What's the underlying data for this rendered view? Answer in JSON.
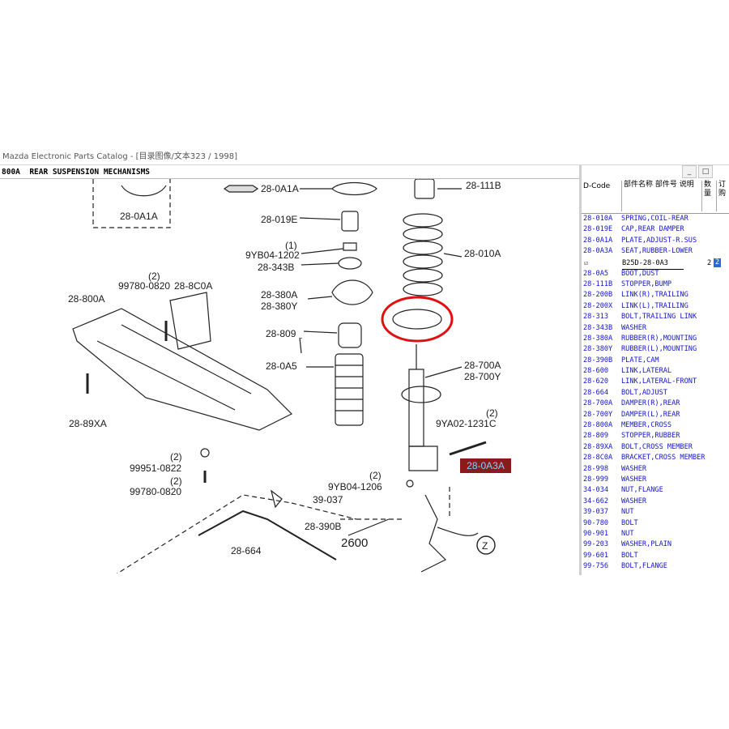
{
  "window": {
    "title": "Mazda Electronic Parts Catalog - [目录图像/文本323 / 1998]",
    "path_bar": "800A  REAR SUSPENSION MECHANISMS",
    "buttons": [
      "_",
      "□"
    ]
  },
  "diagram": {
    "labels": {
      "l_280a1a_top": "28-0A1A",
      "l_280a1a_left": "28-0A1A",
      "l_28111b": "28-111B",
      "l_28019e": "28-019E",
      "l_1": "(1)",
      "l_9yb041202": "9YB04-1202",
      "l_28343b": "28-343B",
      "l_28010a": "28-010A",
      "l_2_a": "(2)",
      "l_99780_0820_a": "99780-0820",
      "l_288c0a": "28-8C0A",
      "l_28800a": "28-800A",
      "l_28380a": "28-380A",
      "l_28380y": "28-380Y",
      "l_28809": "28-809",
      "l_280a5": "28-0A5",
      "l_28700a": "28-700A",
      "l_28700y": "28-700Y",
      "l_2_b": "(2)",
      "l_9ya021231c": "9YA02-1231C",
      "l_2889xa": "28-89XA",
      "l_2_c": "(2)",
      "l_99951_0822": "99951-0822",
      "l_2_d": "(2)",
      "l_99780_0820_b": "99780-0820",
      "l_2_e": "(2)",
      "l_9yb041206": "9YB04-1206",
      "l_39037": "39-037",
      "l_28390b": "28-390B",
      "l_2600": "2600",
      "l_z": "Z",
      "l_28664": "28-664"
    },
    "highlight": "28-0A3A"
  },
  "panel": {
    "headers": {
      "code": "D-Code",
      "name": "部件名称 部件号 说明",
      "qty": "数 量",
      "order": "订 购"
    },
    "rows_top": [
      {
        "code": "28-010A",
        "desc": "SPRING,COIL-REAR"
      },
      {
        "code": "28-019E",
        "desc": "CAP,REAR DAMPER"
      },
      {
        "code": "28-0A1A",
        "desc": "PLATE,ADJUST-R.SUS"
      },
      {
        "code": "28-0A3A",
        "desc": "SEAT,RUBBER-LOWER"
      }
    ],
    "selected": {
      "check": "☑",
      "part_no": "B25D-28-0A3",
      "qty": "2",
      "order": "2"
    },
    "rows_bottom": [
      {
        "code": "28-0A5",
        "desc": "BOOT,DUST"
      },
      {
        "code": "28-111B",
        "desc": "STOPPER,BUMP"
      },
      {
        "code": "28-200B",
        "desc": "LINK(R),TRAILING"
      },
      {
        "code": "28-200X",
        "desc": "LINK(L),TRAILING"
      },
      {
        "code": "28-313",
        "desc": "BOLT,TRAILING LINK"
      },
      {
        "code": "28-343B",
        "desc": "WASHER"
      },
      {
        "code": "28-380A",
        "desc": "RUBBER(R),MOUNTING"
      },
      {
        "code": "28-380Y",
        "desc": "RUBBER(L),MOUNTING"
      },
      {
        "code": "28-390B",
        "desc": "PLATE,CAM"
      },
      {
        "code": "28-600",
        "desc": "LINK,LATERAL"
      },
      {
        "code": "28-620",
        "desc": "LINK,LATERAL-FRONT"
      },
      {
        "code": "28-664",
        "desc": "BOLT,ADJUST"
      },
      {
        "code": "28-700A",
        "desc": "DAMPER(R),REAR"
      },
      {
        "code": "28-700Y",
        "desc": "DAMPER(L),REAR"
      },
      {
        "code": "28-800A",
        "desc": "MEMBER,CROSS"
      },
      {
        "code": "28-809",
        "desc": "STOPPER,RUBBER"
      },
      {
        "code": "28-89XA",
        "desc": "BOLT,CROSS MEMBER"
      },
      {
        "code": "28-8C0A",
        "desc": "BRACKET,CROSS MEMBER"
      },
      {
        "code": "28-998",
        "desc": "WASHER"
      },
      {
        "code": "28-999",
        "desc": "WASHER"
      },
      {
        "code": "34-034",
        "desc": "NUT,FLANGE"
      },
      {
        "code": "34-662",
        "desc": "WASHER"
      },
      {
        "code": "39-037",
        "desc": "NUT"
      },
      {
        "code": "90-780",
        "desc": "BOLT"
      },
      {
        "code": "90-901",
        "desc": "NUT"
      },
      {
        "code": "99-203",
        "desc": "WASHER,PLAIN"
      },
      {
        "code": "99-601",
        "desc": "BOLT"
      },
      {
        "code": "99-756",
        "desc": "BOLT,FLANGE"
      }
    ]
  }
}
